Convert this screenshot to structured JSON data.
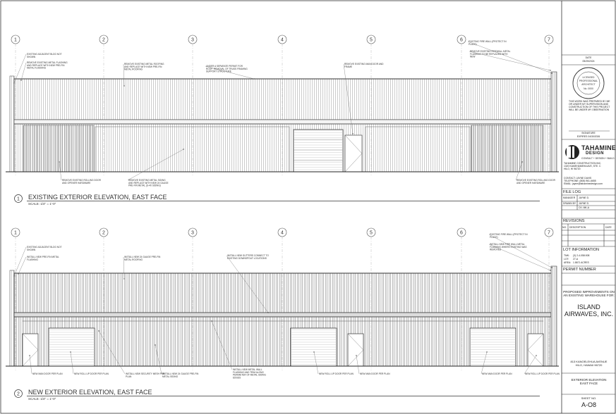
{
  "grid_labels": [
    "1",
    "2",
    "3",
    "4",
    "5",
    "6",
    "7"
  ],
  "drawings": {
    "existing": {
      "number": "1",
      "title": "EXISTING EXTERIOR ELEVATION, EAST FACE",
      "scale": "SCALE: 1/4\" = 1'-0\"",
      "notes_top": [
        "EXISTING ADJACENT BLDG NOT SHOWN",
        "REMOVE EXISTING METAL FLASHING AND REPLACE WITH NEW PRE-FIN METAL FLASHING",
        "REMOVE EXISTING METAL ROOFING AND REPLACE WITH NEW PRE-FIN METAL ROOFING",
        "UNDER A SEPARATE PERMIT FOR ROOF: REMOVAL OF TRUSS FRAMING SUPPORT STRUCTURE",
        "REMOVE EXISTING MAN DOOR AND FRAME",
        "EXISTING FIRE WALL (PROTECT IN PLACE)",
        "REMOVE EXISTING FIREWALL METAL FLASHING TO BE REPLACED WITH NEW"
      ],
      "notes_bottom": [
        "REMOVE EXISTING ROLLING DOOR AND OPENER HARDWARE",
        "REMOVE EXISTING METAL SIDING AND REPLACE WITH NEW 24 GAUGE PRE-FIN METAL (G-40 SIDING)",
        "REMOVE EXISTING ROLLING DOOR AND OPENER HARDWARE"
      ]
    },
    "new": {
      "number": "2",
      "title": "NEW EXTERIOR ELEVATION, EAST FACE",
      "scale": "SCALE: 1/4\" = 1'-0\"",
      "notes_top": [
        "EXISTING ADJACENT BLDG NOT SHOWN",
        "INSTALL NEW PRE-FIN METAL FLASHING",
        "INSTALL NEW 24 GAUGE PRE-FIN METAL ROOFING",
        "INSTALL NEW GUTTERS CONNECT TO EXISTING DOWNSPOUT LOCATIONS",
        "EXISTING FIRE WALL (PROTECT IN PLACE)",
        "INSTALL NEW FIRE WALL METAL FLASHING WHERE EXISTING WAS REMOVED"
      ],
      "notes_bottom": [
        "NEW MAN DOOR PER PLAN",
        "NEW ROLL UP DOOR PER PLAN",
        "INSTALL NEW SECURITY MESH PER PLAN",
        "INSTALL NEW 24 GAUGE PRE-FIN METAL SIDING",
        "INSTALL NEW METAL WALL FLASHING AND TRIM ALONG PERIMETER OF METAL SIDING EDGES",
        "NEW ROLL UP DOOR PER PLAN",
        "NEW MAN DOOR PER PLAN",
        "NEW MAN DOOR PER PLAN",
        "NEW ROLL UP DOOR PER PLAN"
      ]
    }
  },
  "title_block": {
    "date_label": "DATE",
    "date": "05/25/2024",
    "seal": {
      "line1": "LICENSED",
      "line2": "PROFESSIONAL",
      "line3": "ARCHITECT",
      "line4": "No. 0000"
    },
    "cert_text": "THIS WORK WAS PREPARED BY ME OR UNDER MY SUPERVISION AND CONSTRUCTION OF THIS PROJECT WILL BE UNDER MY OBSERVATION",
    "signature_label": "SIGNATURE",
    "expires": "EXPIRES 04/30/2026",
    "company": {
      "name": "TAHAMINE",
      "sub": "DESIGN",
      "tagline": "CONSULT + DESIGN + BUILD",
      "address": [
        "TAHAMINE CONSTRUCTION INC.",
        "1320 KAMEHAMEHA AVE, STE. C",
        "HILO, HI 96720"
      ],
      "contact": [
        "CONTACT: JAYNE DAVIS",
        "TELEPHONE: (808) 961-6655",
        "EMAIL: jayne@tahaminedesign.com"
      ]
    },
    "file_log": {
      "heading": "FILE LOG",
      "rows": [
        {
          "label": "MANAGER",
          "value": "JAYNE D."
        },
        {
          "label": "DRAWN BY",
          "value": "JAYNE D."
        },
        {
          "label": "",
          "value": "CK: MK-A"
        }
      ]
    },
    "revisions": {
      "heading": "REVISIONS",
      "columns": [
        "NO.",
        "DESCRIPTION",
        "DATE"
      ]
    },
    "lot_info": {
      "heading": "LOT INFORMATION",
      "rows": [
        {
          "label": "TMK:",
          "value": "(3) 2-4-058:008"
        },
        {
          "label": "LOT:",
          "value": "27-A"
        },
        {
          "label": "AREA:",
          "value": "1.8671 ACRES"
        }
      ]
    },
    "permit_label": "PERMIT NUMBER",
    "project": {
      "line1": "PROPOSED IMPROVEMENTS ON",
      "line2": "AN EXISTING WAREHOUSE FOR:",
      "client1": "ISLAND",
      "client2": "AIRWAVES, INC.",
      "address1": "813 KANOELEHUA AVENUE",
      "address2": "HILO, HAWAII 96720"
    },
    "sheet_title1": "EXTERIOR ELEVATION",
    "sheet_title2": "EAST FACE",
    "sheet_no_label": "SHEET NO.",
    "sheet_no": "A-O8"
  }
}
